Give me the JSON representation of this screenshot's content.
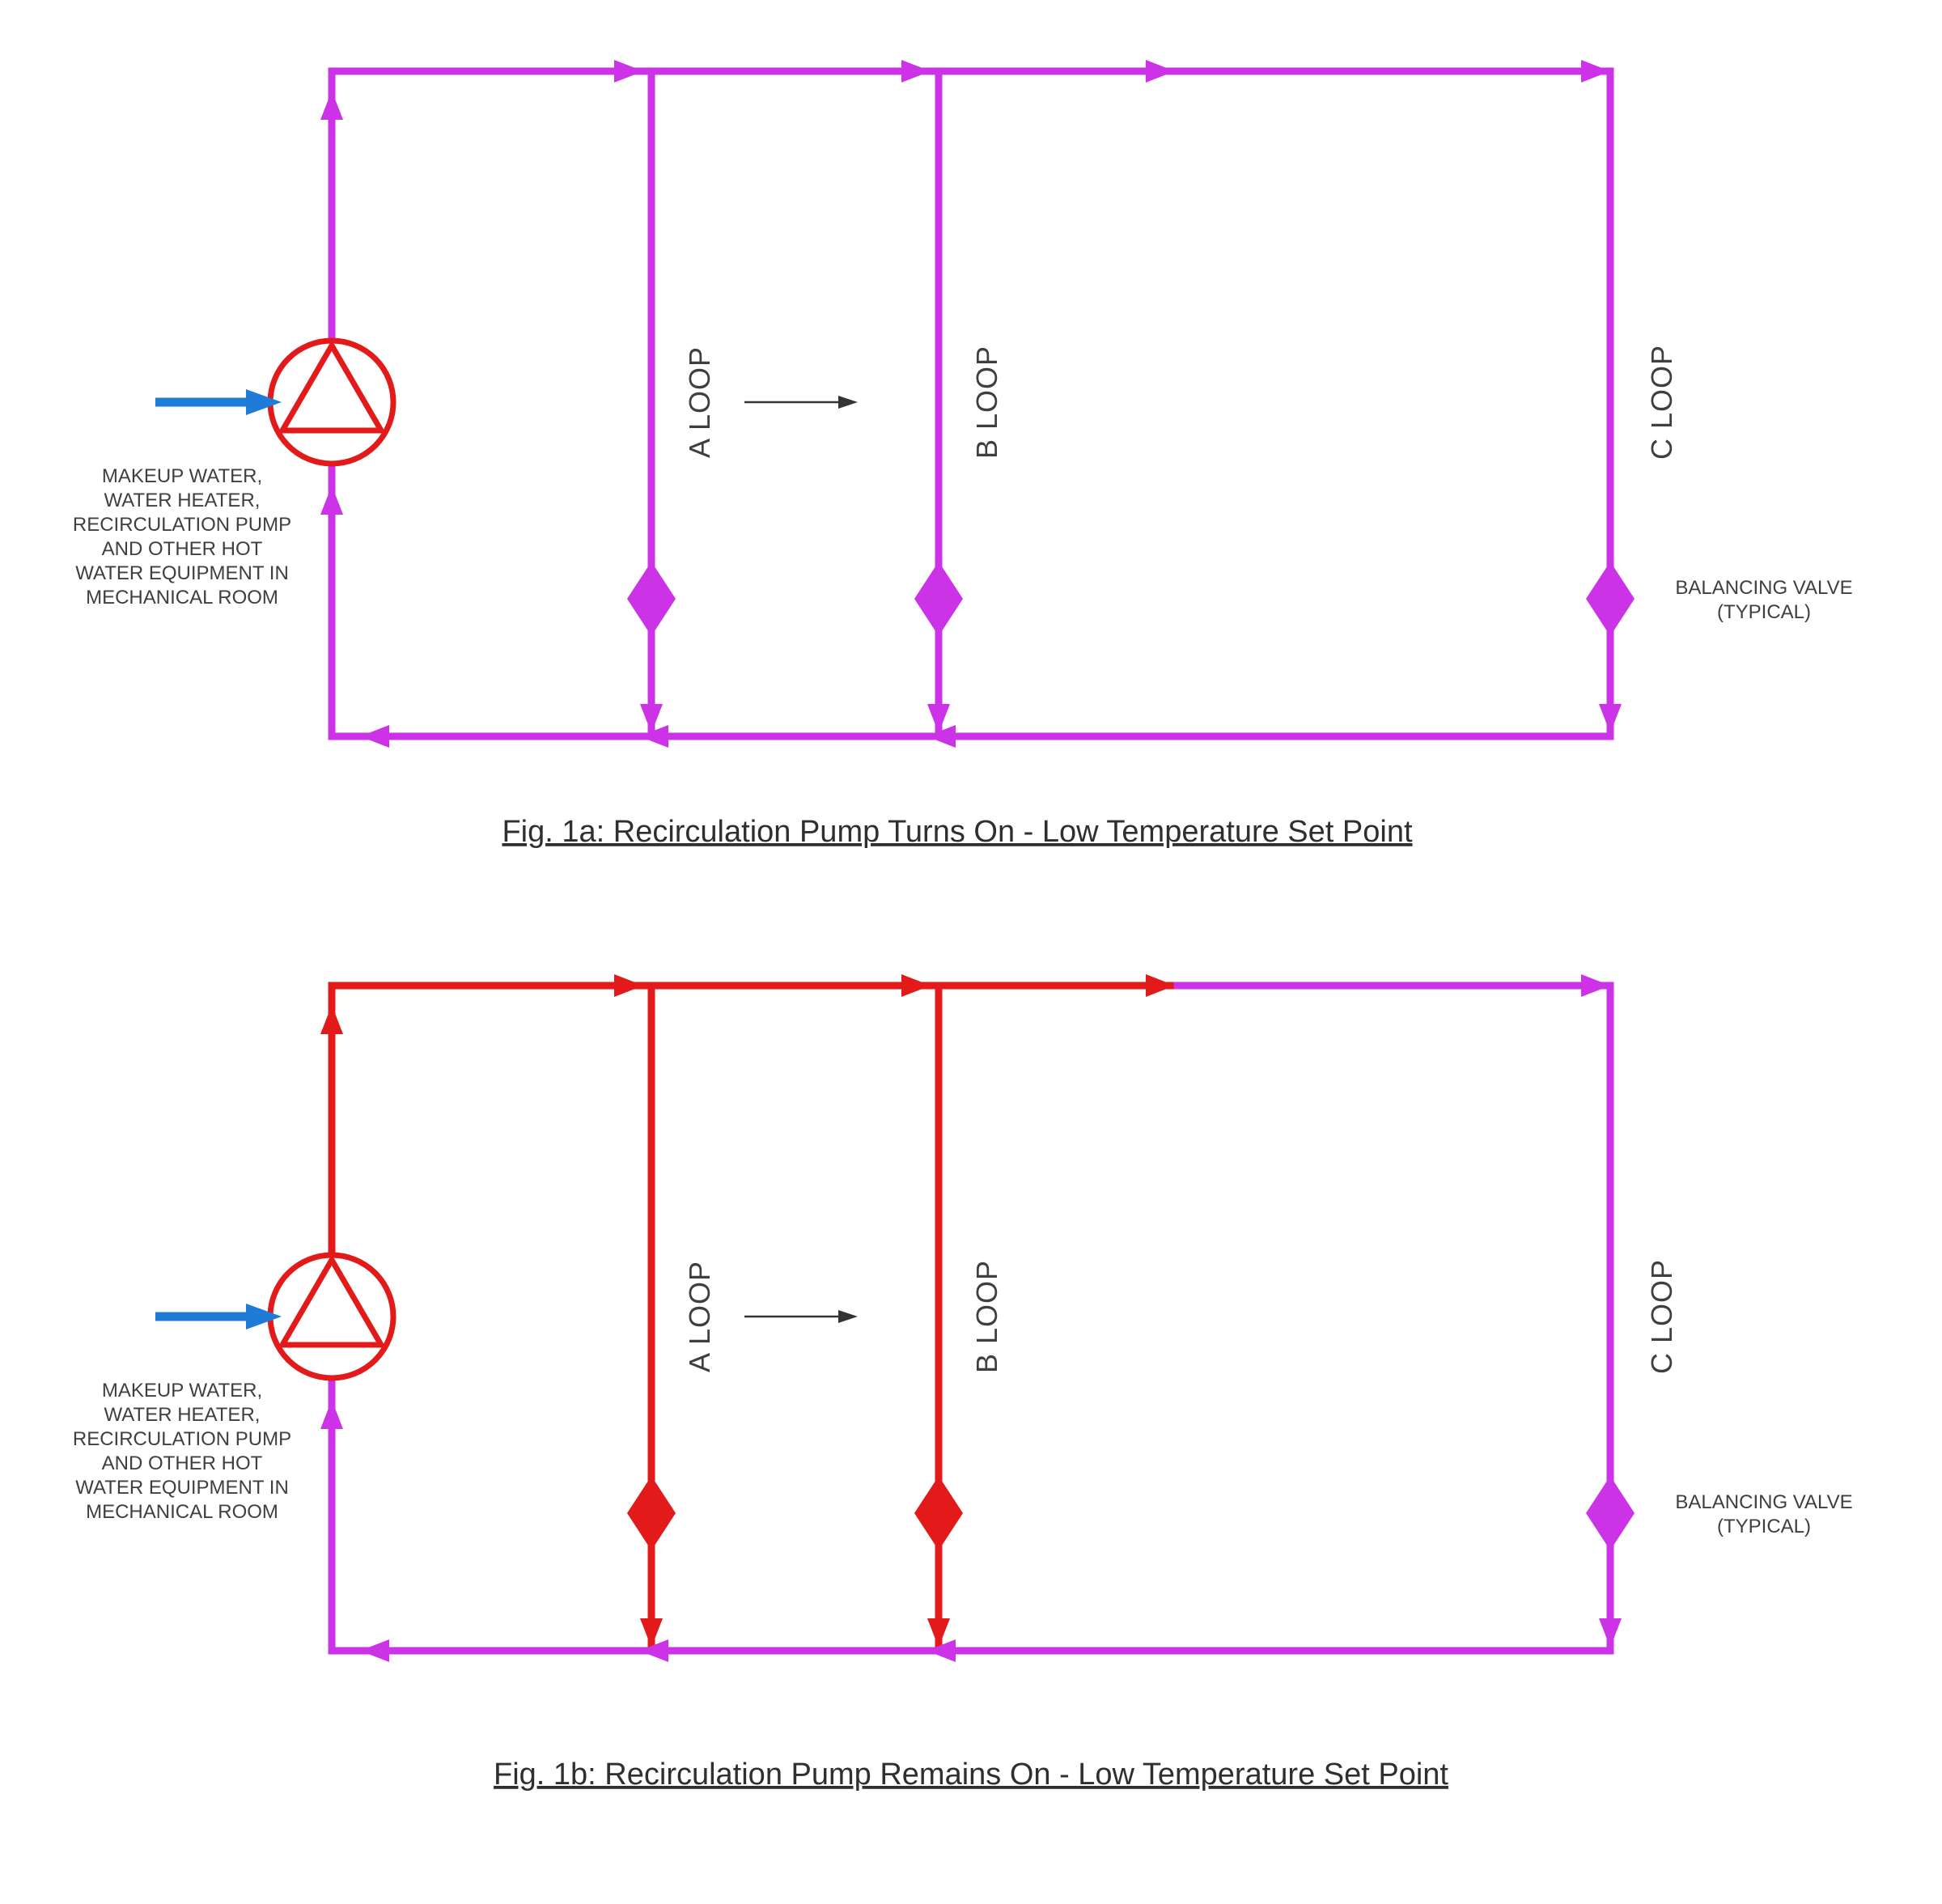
{
  "colors": {
    "purple": "#CC33E6",
    "red": "#E31A1A",
    "blue": "#1E7BD7",
    "dark": "#333333",
    "label": "#3F3F3F",
    "caption": "#2F2F2F",
    "background": "#FFFFFF"
  },
  "labels": {
    "equipment_lines": [
      "MAKEUP WATER,",
      "WATER HEATER,",
      "RECIRCULATION PUMP",
      "AND OTHER HOT",
      "WATER EQUIPMENT IN",
      "MECHANICAL ROOM"
    ],
    "loop_a": "A LOOP",
    "loop_b": "B LOOP",
    "loop_c": "C LOOP",
    "valve_note_lines": [
      "BALANCING VALVE",
      "(TYPICAL)"
    ]
  },
  "fig1a": {
    "caption": "Fig. 1a: Recirculation Pump Turns On - Low Temperature Set Point"
  },
  "fig1b": {
    "caption": "Fig. 1b: Recirculation Pump Remains On - Low Temperature Set Point"
  }
}
